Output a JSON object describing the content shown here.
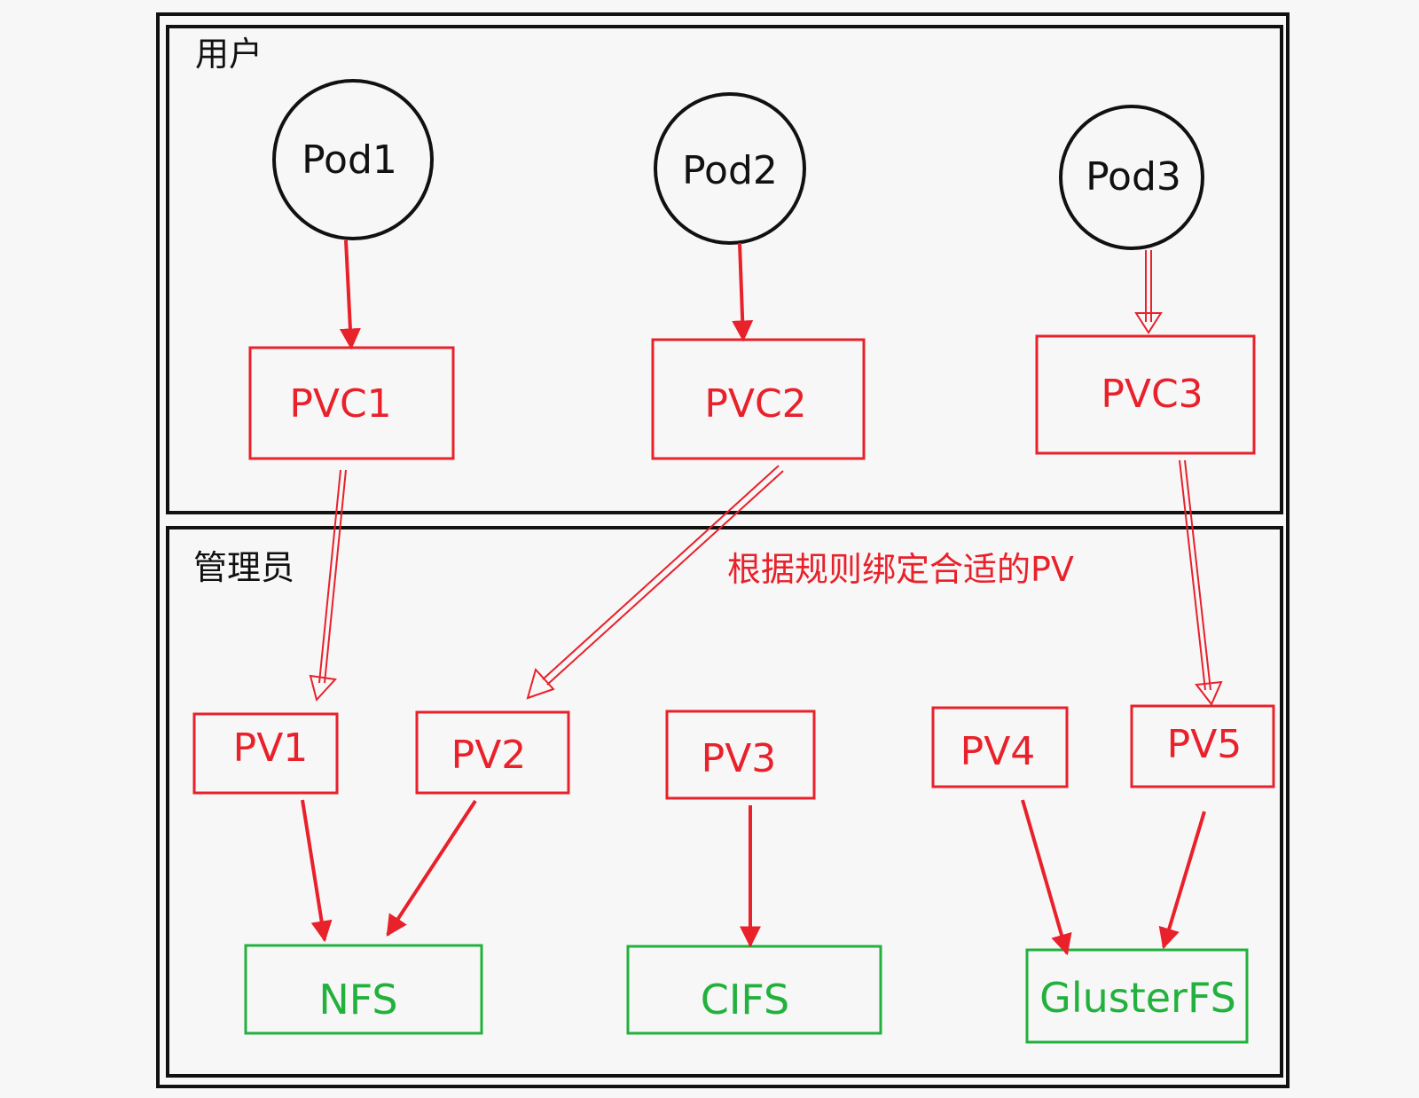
{
  "colors": {
    "outline": "#111111",
    "claim": "#e8212b",
    "storage": "#22b13c",
    "background": "#f7f7f7"
  },
  "user_zone": {
    "title": "用户"
  },
  "admin_zone": {
    "title": "管理员"
  },
  "pods": [
    {
      "label": "Pod1"
    },
    {
      "label": "Pod2"
    },
    {
      "label": "Pod3"
    }
  ],
  "pvcs": [
    {
      "label": "PVC1"
    },
    {
      "label": "PVC2"
    },
    {
      "label": "PVC3"
    }
  ],
  "binding_note": "根据规则绑定合适的PV",
  "pvs": [
    {
      "label": "PV1"
    },
    {
      "label": "PV2"
    },
    {
      "label": "PV3"
    },
    {
      "label": "PV4"
    },
    {
      "label": "PV5"
    }
  ],
  "storage": [
    {
      "label": "NFS"
    },
    {
      "label": "CIFS"
    },
    {
      "label": "GlusterFS"
    }
  ]
}
